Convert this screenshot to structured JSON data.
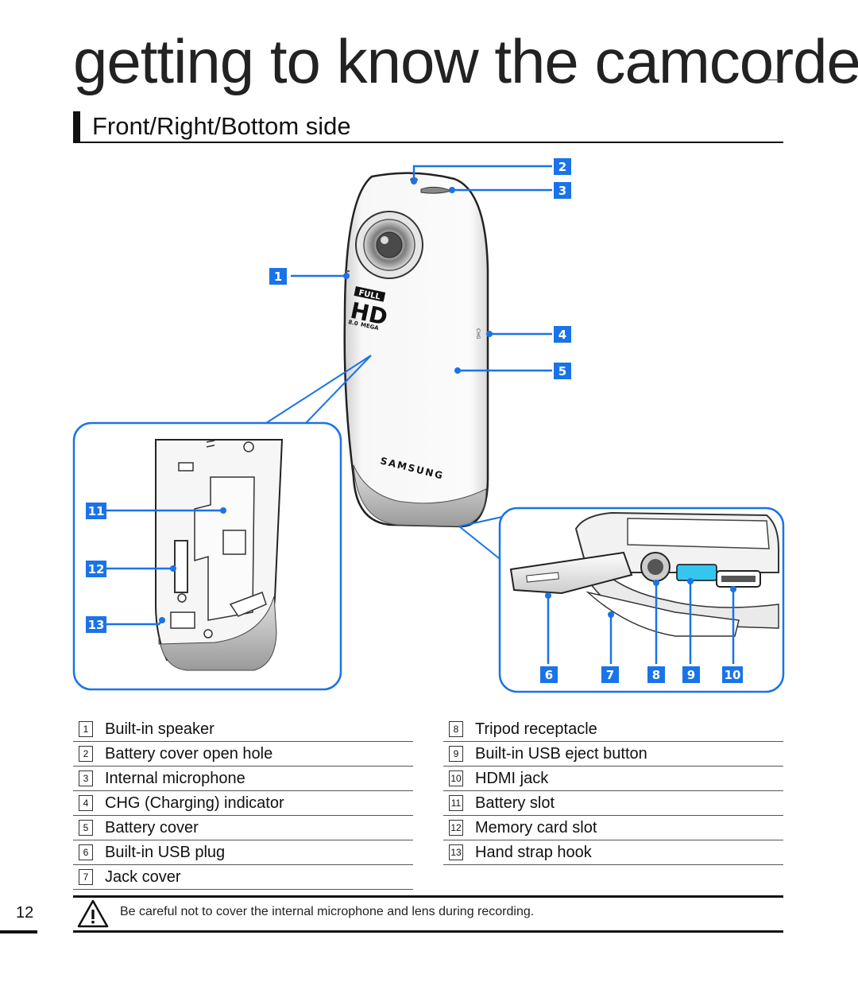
{
  "chapter_title": "getting to know the camcorder",
  "section_title": "Front/Right/Bottom side",
  "callouts": [
    "1",
    "2",
    "3",
    "4",
    "5",
    "6",
    "7",
    "8",
    "9",
    "10",
    "11",
    "12",
    "13"
  ],
  "camera_text": {
    "full": "FULL",
    "hd": "HD",
    "resolution": "8.0",
    "mega": "MEGA",
    "brand": "SAMSUNG",
    "chg": "CHG"
  },
  "legend_left": [
    {
      "num": "1",
      "label": "Built-in speaker"
    },
    {
      "num": "2",
      "label": "Battery cover open hole"
    },
    {
      "num": "3",
      "label": "Internal microphone"
    },
    {
      "num": "4",
      "label": "CHG (Charging) indicator"
    },
    {
      "num": "5",
      "label": "Battery cover"
    },
    {
      "num": "6",
      "label": "Built-in USB plug"
    },
    {
      "num": "7",
      "label": "Jack cover"
    }
  ],
  "legend_right": [
    {
      "num": "8",
      "label": "Tripod receptacle"
    },
    {
      "num": "9",
      "label": "Built-in USB eject button"
    },
    {
      "num": "10",
      "label": "HDMI jack"
    },
    {
      "num": "11",
      "label": "Battery slot"
    },
    {
      "num": "12",
      "label": "Memory card slot"
    },
    {
      "num": "13",
      "label": "Hand strap hook"
    }
  ],
  "note": "Be careful not to cover the internal microphone and lens during recording.",
  "page_number": "12",
  "colors": {
    "accent": "#1a73e8",
    "text": "#111111"
  }
}
